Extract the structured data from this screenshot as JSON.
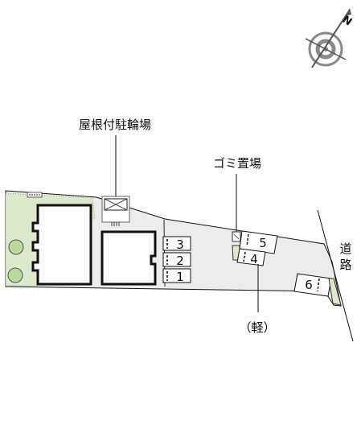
{
  "labels": {
    "bike_parking": "屋根付駐輪場",
    "garbage": "ゴミ置場",
    "light_car": "（軽）",
    "road_top": "道",
    "road_bottom": "路",
    "compass_n": "N"
  },
  "parking_spaces": [
    "1",
    "2",
    "3",
    "4",
    "5",
    "6"
  ],
  "colors": {
    "site_fill": "#ececec",
    "outline": "#111111",
    "planting_fill": "#dde9cf",
    "planting_edge": "#7d9a6c",
    "bush_fill": "#b9d89a",
    "compass": "#8a8a8a"
  },
  "icons": {
    "compass": "compass-rose-icon",
    "tree": "tree-icon",
    "bike": "bicycle-icon"
  }
}
